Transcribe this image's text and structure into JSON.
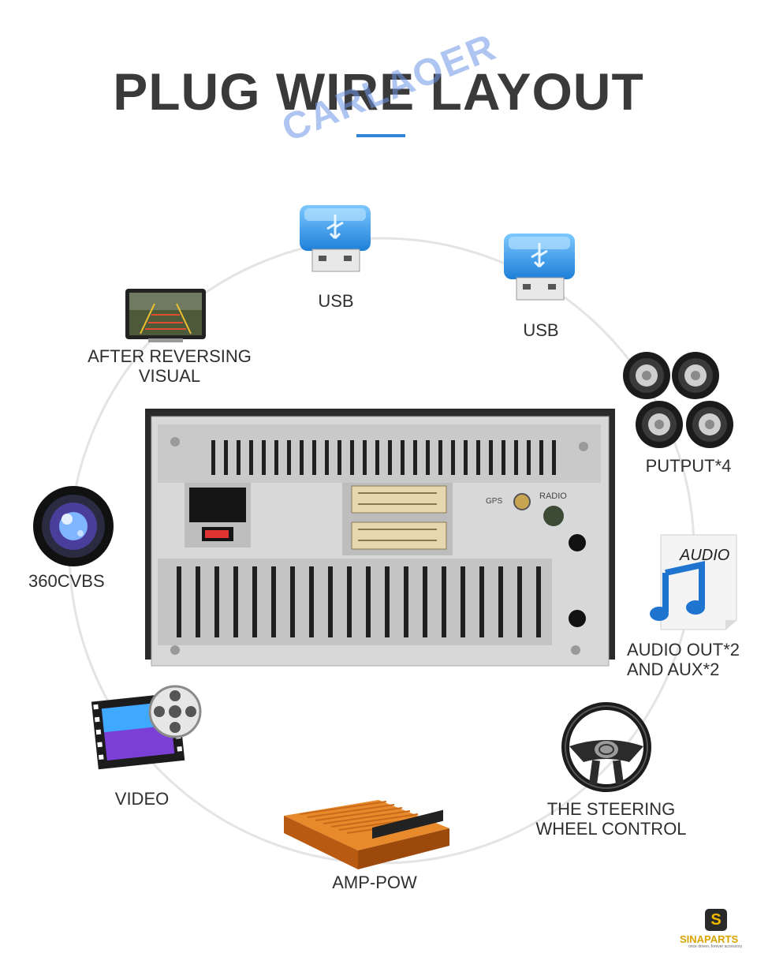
{
  "title": "PLUG WIRE LAYOUT",
  "watermark": "CARLAOER",
  "labels": {
    "usb_top": "USB",
    "usb_right": "USB",
    "after_reversing_line1": "AFTER REVERSING",
    "after_reversing_line2": "VISUAL",
    "putput": "PUTPUT*4",
    "cvbs": "360CVBS",
    "audio_out_line1": "AUDIO OUT*2",
    "audio_out_line2": "AND AUX*2",
    "video": "VIDEO",
    "steering_line1": "THE STEERING",
    "steering_line2": "WHEEL CONTROL",
    "amp": "AMP-POW"
  },
  "device": {
    "radio_label": "RADIO",
    "gps_label": "GPS"
  },
  "audio_icon_text": "AUDIO",
  "brand": {
    "name": "SINAPARTS",
    "tagline": "once driven..forever accessory",
    "logo_letter": "S"
  },
  "colors": {
    "title": "#3a3a3a",
    "accent": "#2f86d6",
    "watermark": "#6f96e6",
    "usb_blue": "#2b8fe0",
    "brand_gold": "#d9a300"
  },
  "icons": [
    "usb-icon",
    "camera-screen-icon",
    "speaker-icon",
    "lens-icon",
    "audio-note-icon",
    "video-film-icon",
    "steering-wheel-icon",
    "amplifier-icon"
  ]
}
